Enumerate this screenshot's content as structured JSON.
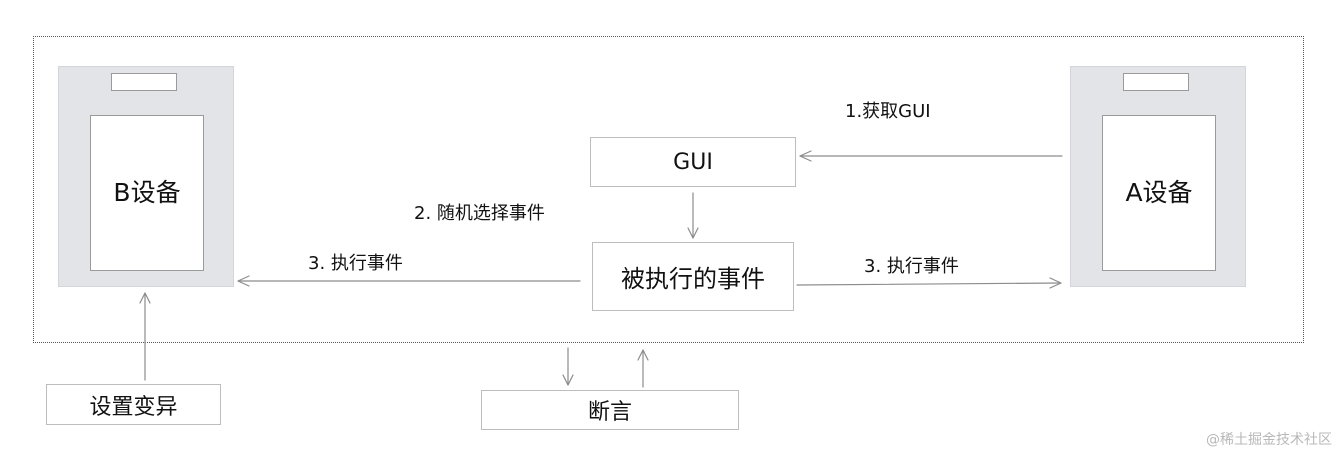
{
  "nodes": {
    "device_b": {
      "label": "B设备"
    },
    "device_a": {
      "label": "A设备"
    },
    "gui": {
      "label": "GUI"
    },
    "executed_event": {
      "label": "被执行的事件"
    },
    "set_mutation": {
      "label": "设置变异"
    },
    "assertion": {
      "label": "断言"
    }
  },
  "edges": {
    "get_gui": "1.获取GUI",
    "random_select": "2. 随机选择事件",
    "execute_left": "3. 执行事件",
    "execute_right": "3. 执行事件"
  },
  "watermark": "@稀土掘金技术社区"
}
